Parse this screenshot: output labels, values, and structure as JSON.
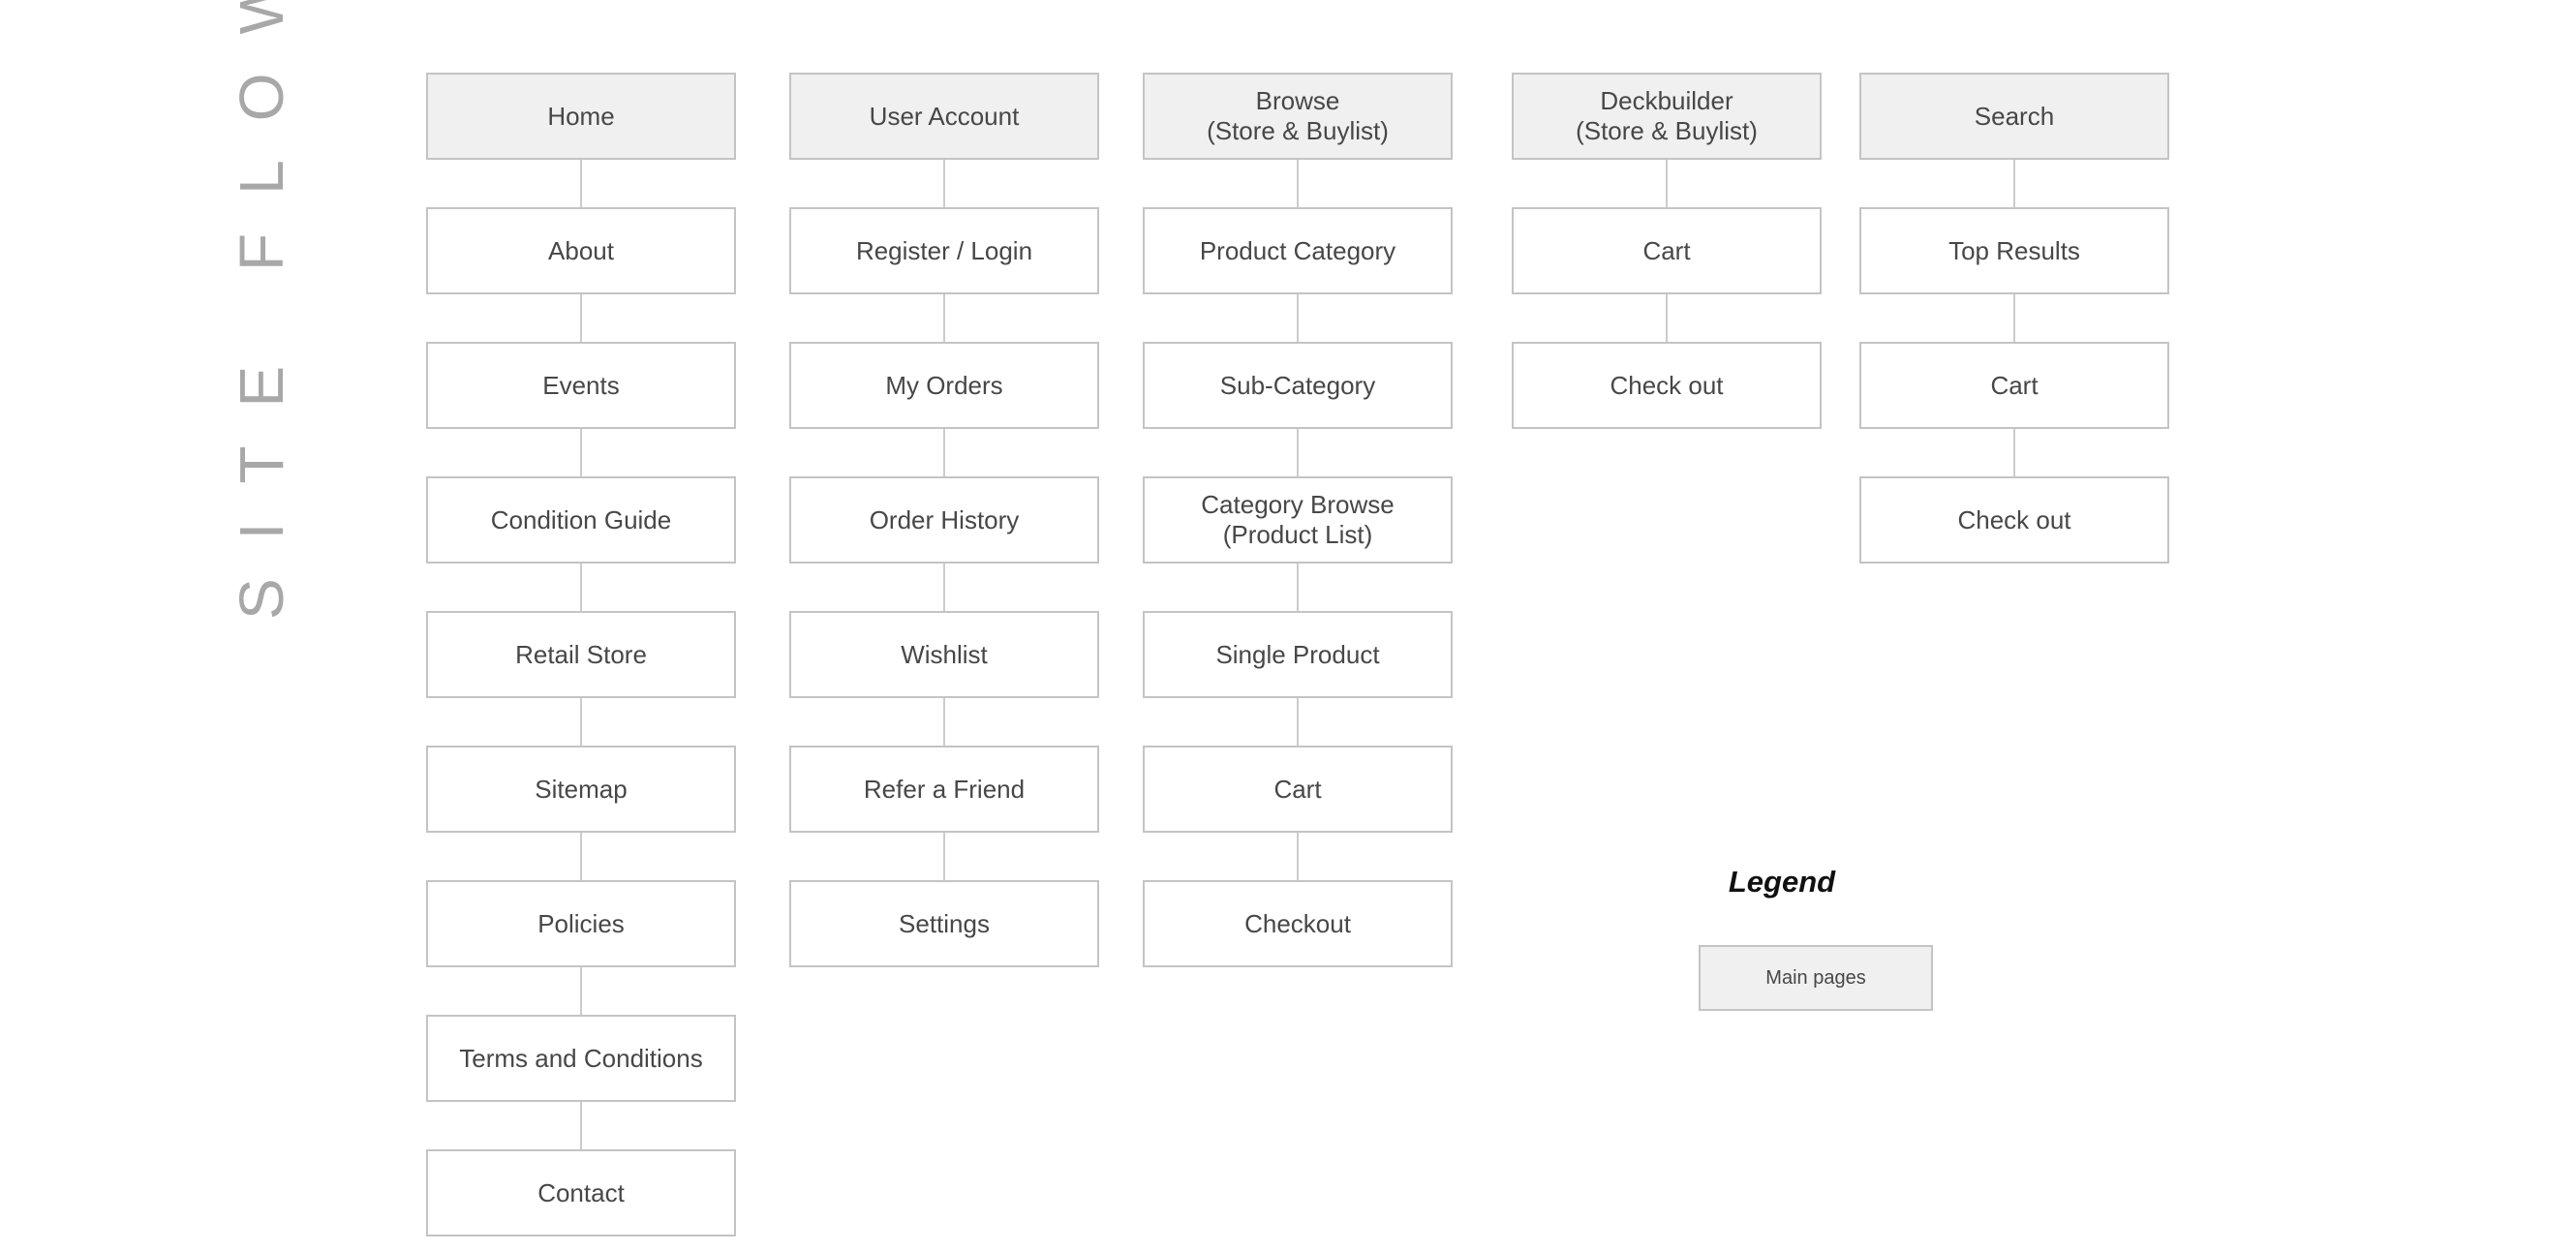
{
  "title": "SITE FLOW",
  "columns": [
    {
      "id": "home",
      "nodes": [
        {
          "label": "Home",
          "main": true
        },
        {
          "label": "About",
          "main": false
        },
        {
          "label": "Events",
          "main": false
        },
        {
          "label": "Condition Guide",
          "main": false
        },
        {
          "label": "Retail Store",
          "main": false
        },
        {
          "label": "Sitemap",
          "main": false
        },
        {
          "label": "Policies",
          "main": false
        },
        {
          "label": "Terms and Conditions",
          "main": false
        },
        {
          "label": "Contact",
          "main": false
        }
      ]
    },
    {
      "id": "user-account",
      "nodes": [
        {
          "label": "User Account",
          "main": true
        },
        {
          "label": "Register / Login",
          "main": false
        },
        {
          "label": "My Orders",
          "main": false
        },
        {
          "label": "Order History",
          "main": false
        },
        {
          "label": "Wishlist",
          "main": false
        },
        {
          "label": "Refer a Friend",
          "main": false
        },
        {
          "label": "Settings",
          "main": false
        }
      ]
    },
    {
      "id": "browse",
      "nodes": [
        {
          "label": "Browse\n(Store & Buylist)",
          "main": true
        },
        {
          "label": "Product Category",
          "main": false
        },
        {
          "label": "Sub-Category",
          "main": false
        },
        {
          "label": "Category Browse\n(Product List)",
          "main": false
        },
        {
          "label": "Single Product",
          "main": false
        },
        {
          "label": "Cart",
          "main": false
        },
        {
          "label": "Checkout",
          "main": false
        }
      ]
    },
    {
      "id": "deckbuilder",
      "nodes": [
        {
          "label": "Deckbuilder\n(Store & Buylist)",
          "main": true
        },
        {
          "label": "Cart",
          "main": false
        },
        {
          "label": "Check out",
          "main": false
        }
      ]
    },
    {
      "id": "search",
      "nodes": [
        {
          "label": "Search",
          "main": true
        },
        {
          "label": "Top Results",
          "main": false
        },
        {
          "label": "Cart",
          "main": false
        },
        {
          "label": "Check out",
          "main": false
        }
      ]
    }
  ],
  "legend": {
    "title": "Legend",
    "item_label": "Main pages"
  }
}
